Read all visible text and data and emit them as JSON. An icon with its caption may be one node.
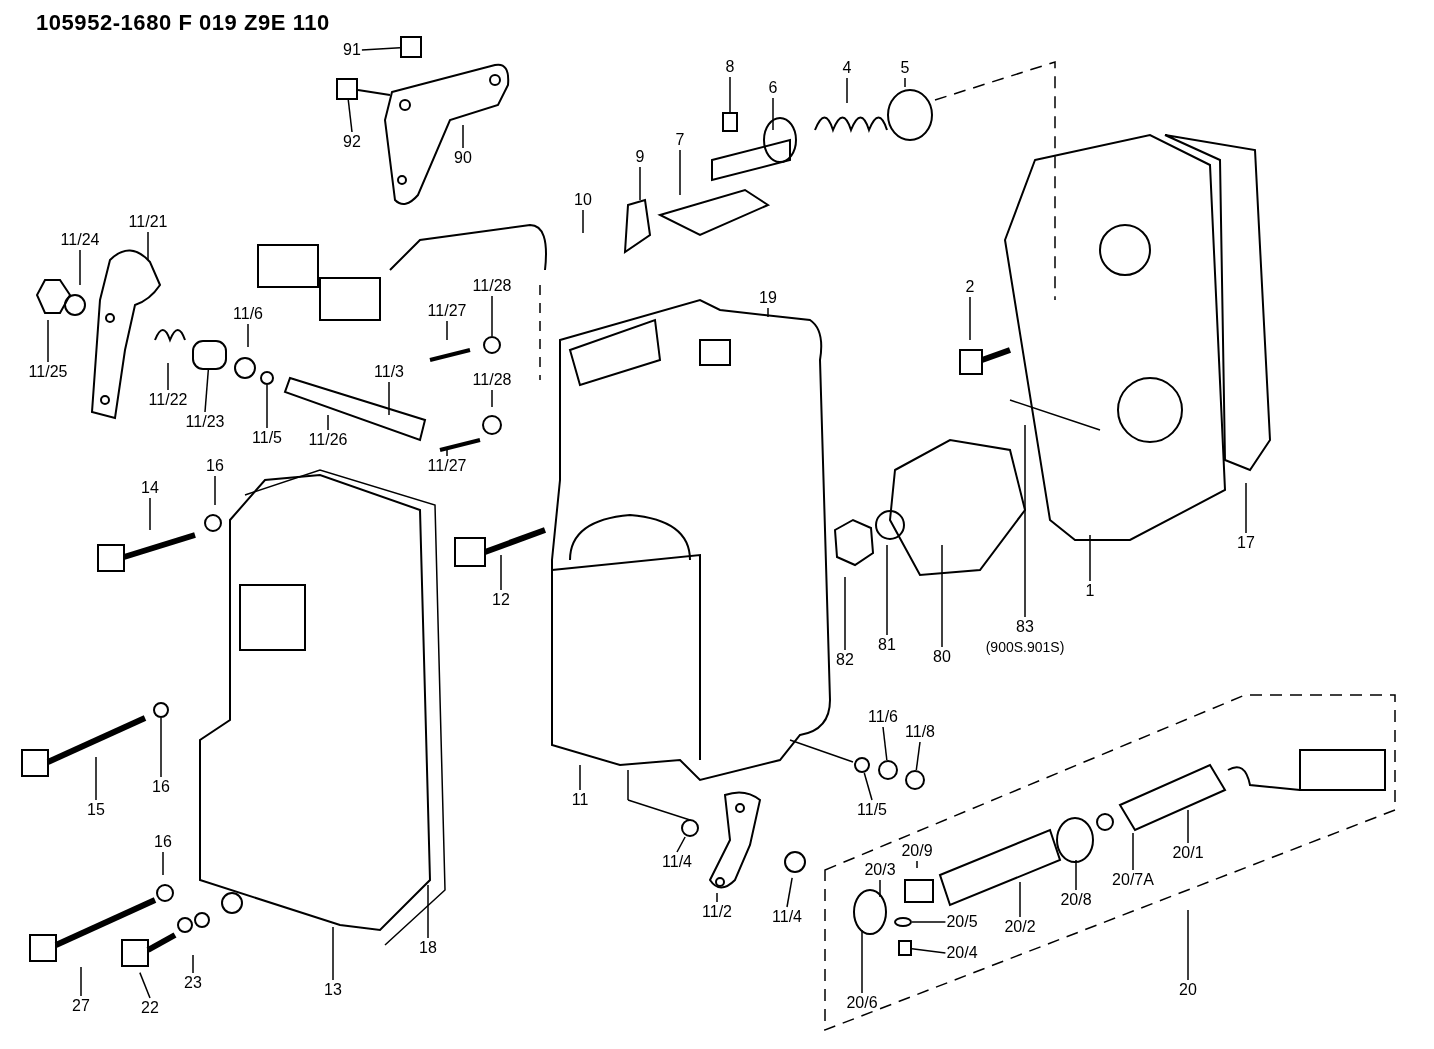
{
  "diagram": {
    "title": "105952-1680 F 019 Z9E 110",
    "nodes": [
      {
        "text": [
          "91"
        ]
      },
      {
        "text": [
          "92"
        ]
      },
      {
        "text": [
          "90"
        ]
      },
      {
        "text": [
          "8"
        ]
      },
      {
        "text": [
          "6"
        ]
      },
      {
        "text": [
          "4"
        ]
      },
      {
        "text": [
          "5"
        ]
      },
      {
        "text": [
          "9"
        ]
      },
      {
        "text": [
          "7"
        ]
      },
      {
        "text": [
          "10"
        ]
      },
      {
        "text": [
          "11/21"
        ]
      },
      {
        "text": [
          "11/24"
        ]
      },
      {
        "text": [
          "11/25"
        ]
      },
      {
        "text": [
          "11/22"
        ]
      },
      {
        "text": [
          "11/23"
        ]
      },
      {
        "text": [
          "11/6"
        ]
      },
      {
        "text": [
          "11/5"
        ]
      },
      {
        "text": [
          "11/26"
        ]
      },
      {
        "text": [
          "11/3"
        ]
      },
      {
        "text": [
          "11/27"
        ]
      },
      {
        "text": [
          "11/28"
        ]
      },
      {
        "text": [
          "11/28"
        ]
      },
      {
        "text": [
          "11/27"
        ]
      },
      {
        "text": [
          "19"
        ]
      },
      {
        "text": [
          "2"
        ]
      },
      {
        "text": [
          "14"
        ]
      },
      {
        "text": [
          "16"
        ]
      },
      {
        "text": [
          "12"
        ]
      },
      {
        "text": [
          "15"
        ]
      },
      {
        "text": [
          "16"
        ]
      },
      {
        "text": [
          "16"
        ]
      },
      {
        "text": [
          "13"
        ]
      },
      {
        "text": [
          "18"
        ]
      },
      {
        "text": [
          "27"
        ]
      },
      {
        "text": [
          "22"
        ]
      },
      {
        "text": [
          "23"
        ]
      },
      {
        "text": [
          "11"
        ]
      },
      {
        "text": [
          "11/4"
        ]
      },
      {
        "text": [
          "11/2"
        ]
      },
      {
        "text": [
          "11/4"
        ]
      },
      {
        "text": [
          "11/5"
        ]
      },
      {
        "text": [
          "11/6"
        ]
      },
      {
        "text": [
          "11/8"
        ]
      },
      {
        "text": [
          "82"
        ]
      },
      {
        "text": [
          "81"
        ]
      },
      {
        "text": [
          "80"
        ]
      },
      {
        "text": [
          "83",
          "(900S.901S)"
        ]
      },
      {
        "text": [
          "1"
        ]
      },
      {
        "text": [
          "17"
        ]
      },
      {
        "text": [
          "20/9"
        ]
      },
      {
        "text": [
          "20/3"
        ]
      },
      {
        "text": [
          "20/5"
        ]
      },
      {
        "text": [
          "20/4"
        ]
      },
      {
        "text": [
          "20/6"
        ]
      },
      {
        "text": [
          "20/2"
        ]
      },
      {
        "text": [
          "20/8"
        ]
      },
      {
        "text": [
          "20/7A"
        ]
      },
      {
        "text": [
          "20/1"
        ]
      },
      {
        "text": [
          "20"
        ]
      },
      {
        "text": [],
        "shape": "box"
      },
      {
        "text": [],
        "shape": "box"
      },
      {
        "text": [],
        "shape": "box"
      },
      {
        "text": [],
        "shape": "cylinder"
      },
      {
        "text": [],
        "shape": "circle"
      },
      {
        "text": [],
        "shape": "circle"
      },
      {
        "text": [],
        "shape": "circle"
      },
      {
        "text": [],
        "shape": "circle"
      },
      {
        "text": [],
        "shape": "circle"
      },
      {
        "text": [],
        "shape": "circle"
      },
      {
        "text": [],
        "shape": "circle"
      },
      {
        "text": [],
        "shape": "box"
      },
      {
        "text": [],
        "shape": "circle"
      }
    ],
    "edges": [
      {
        "from": 0,
        "to": 59,
        "arrow": "none"
      },
      {
        "from": 1,
        "to": 60,
        "arrow": "none"
      },
      {
        "from": 2,
        "to": null,
        "arrow": "none"
      },
      {
        "from": 3,
        "to": 61,
        "arrow": "none"
      },
      {
        "from": 4,
        "to": null,
        "arrow": "none"
      },
      {
        "from": 5,
        "to": null,
        "arrow": "none"
      },
      {
        "from": 6,
        "to": null,
        "arrow": "none"
      },
      {
        "from": 7,
        "to": null,
        "arrow": "none"
      },
      {
        "from": 8,
        "to": null,
        "arrow": "none"
      },
      {
        "from": 9,
        "to": null,
        "arrow": "none"
      },
      {
        "from": 10,
        "to": null,
        "arrow": "none"
      },
      {
        "from": 11,
        "to": null,
        "arrow": "none"
      },
      {
        "from": 12,
        "to": null,
        "arrow": "none"
      },
      {
        "from": 13,
        "to": null,
        "arrow": "none"
      },
      {
        "from": 14,
        "to": 62,
        "arrow": "none"
      },
      {
        "from": 15,
        "to": null,
        "arrow": "none"
      },
      {
        "from": 16,
        "to": 63,
        "arrow": "none"
      },
      {
        "from": 17,
        "to": null,
        "arrow": "none"
      },
      {
        "from": 18,
        "to": null,
        "arrow": "none"
      },
      {
        "from": 19,
        "to": null,
        "arrow": "none"
      },
      {
        "from": 20,
        "to": 64,
        "arrow": "none"
      },
      {
        "from": 21,
        "to": null,
        "arrow": "none"
      },
      {
        "from": 22,
        "to": null,
        "arrow": "none"
      },
      {
        "from": 23,
        "to": null,
        "arrow": "none"
      },
      {
        "from": 24,
        "to": null,
        "arrow": "none"
      },
      {
        "from": 25,
        "to": null,
        "arrow": "none"
      },
      {
        "from": 26,
        "to": null,
        "arrow": "none"
      },
      {
        "from": 27,
        "to": null,
        "arrow": "none"
      },
      {
        "from": 28,
        "to": null,
        "arrow": "none"
      },
      {
        "from": 29,
        "to": 65,
        "arrow": "none"
      },
      {
        "from": 30,
        "to": null,
        "arrow": "none"
      },
      {
        "from": 31,
        "to": null,
        "arrow": "none"
      },
      {
        "from": 32,
        "to": null,
        "arrow": "none"
      },
      {
        "from": 33,
        "to": null,
        "arrow": "none"
      },
      {
        "from": 34,
        "to": null,
        "arrow": "none"
      },
      {
        "from": 35,
        "to": null,
        "arrow": "none"
      },
      {
        "from": 36,
        "to": null,
        "arrow": "none"
      },
      {
        "from": 37,
        "to": 66,
        "arrow": "none"
      },
      {
        "from": 38,
        "to": null,
        "arrow": "none"
      },
      {
        "from": 39,
        "to": null,
        "arrow": "none"
      },
      {
        "from": 40,
        "to": 67,
        "arrow": "none"
      },
      {
        "from": 41,
        "to": 68,
        "arrow": "none"
      },
      {
        "from": 42,
        "to": 69,
        "arrow": "none"
      },
      {
        "from": 43,
        "to": null,
        "arrow": "none"
      },
      {
        "from": 44,
        "to": null,
        "arrow": "none"
      },
      {
        "from": 45,
        "to": null,
        "arrow": "none"
      },
      {
        "from": 46,
        "to": null,
        "arrow": "none"
      },
      {
        "from": 47,
        "to": null,
        "arrow": "none"
      },
      {
        "from": 48,
        "to": null,
        "arrow": "none"
      },
      {
        "from": 49,
        "to": null,
        "arrow": "none"
      },
      {
        "from": 50,
        "to": null,
        "arrow": "none"
      },
      {
        "from": 51,
        "to": 71,
        "arrow": "none"
      },
      {
        "from": 52,
        "to": 70,
        "arrow": "none"
      },
      {
        "from": 53,
        "to": null,
        "arrow": "none"
      },
      {
        "from": 54,
        "to": null,
        "arrow": "none"
      },
      {
        "from": 55,
        "to": null,
        "arrow": "none"
      },
      {
        "from": 56,
        "to": null,
        "arrow": "none"
      },
      {
        "from": 57,
        "to": null,
        "arrow": "none"
      },
      {
        "from": 58,
        "to": null,
        "arrow": "none"
      }
    ]
  }
}
